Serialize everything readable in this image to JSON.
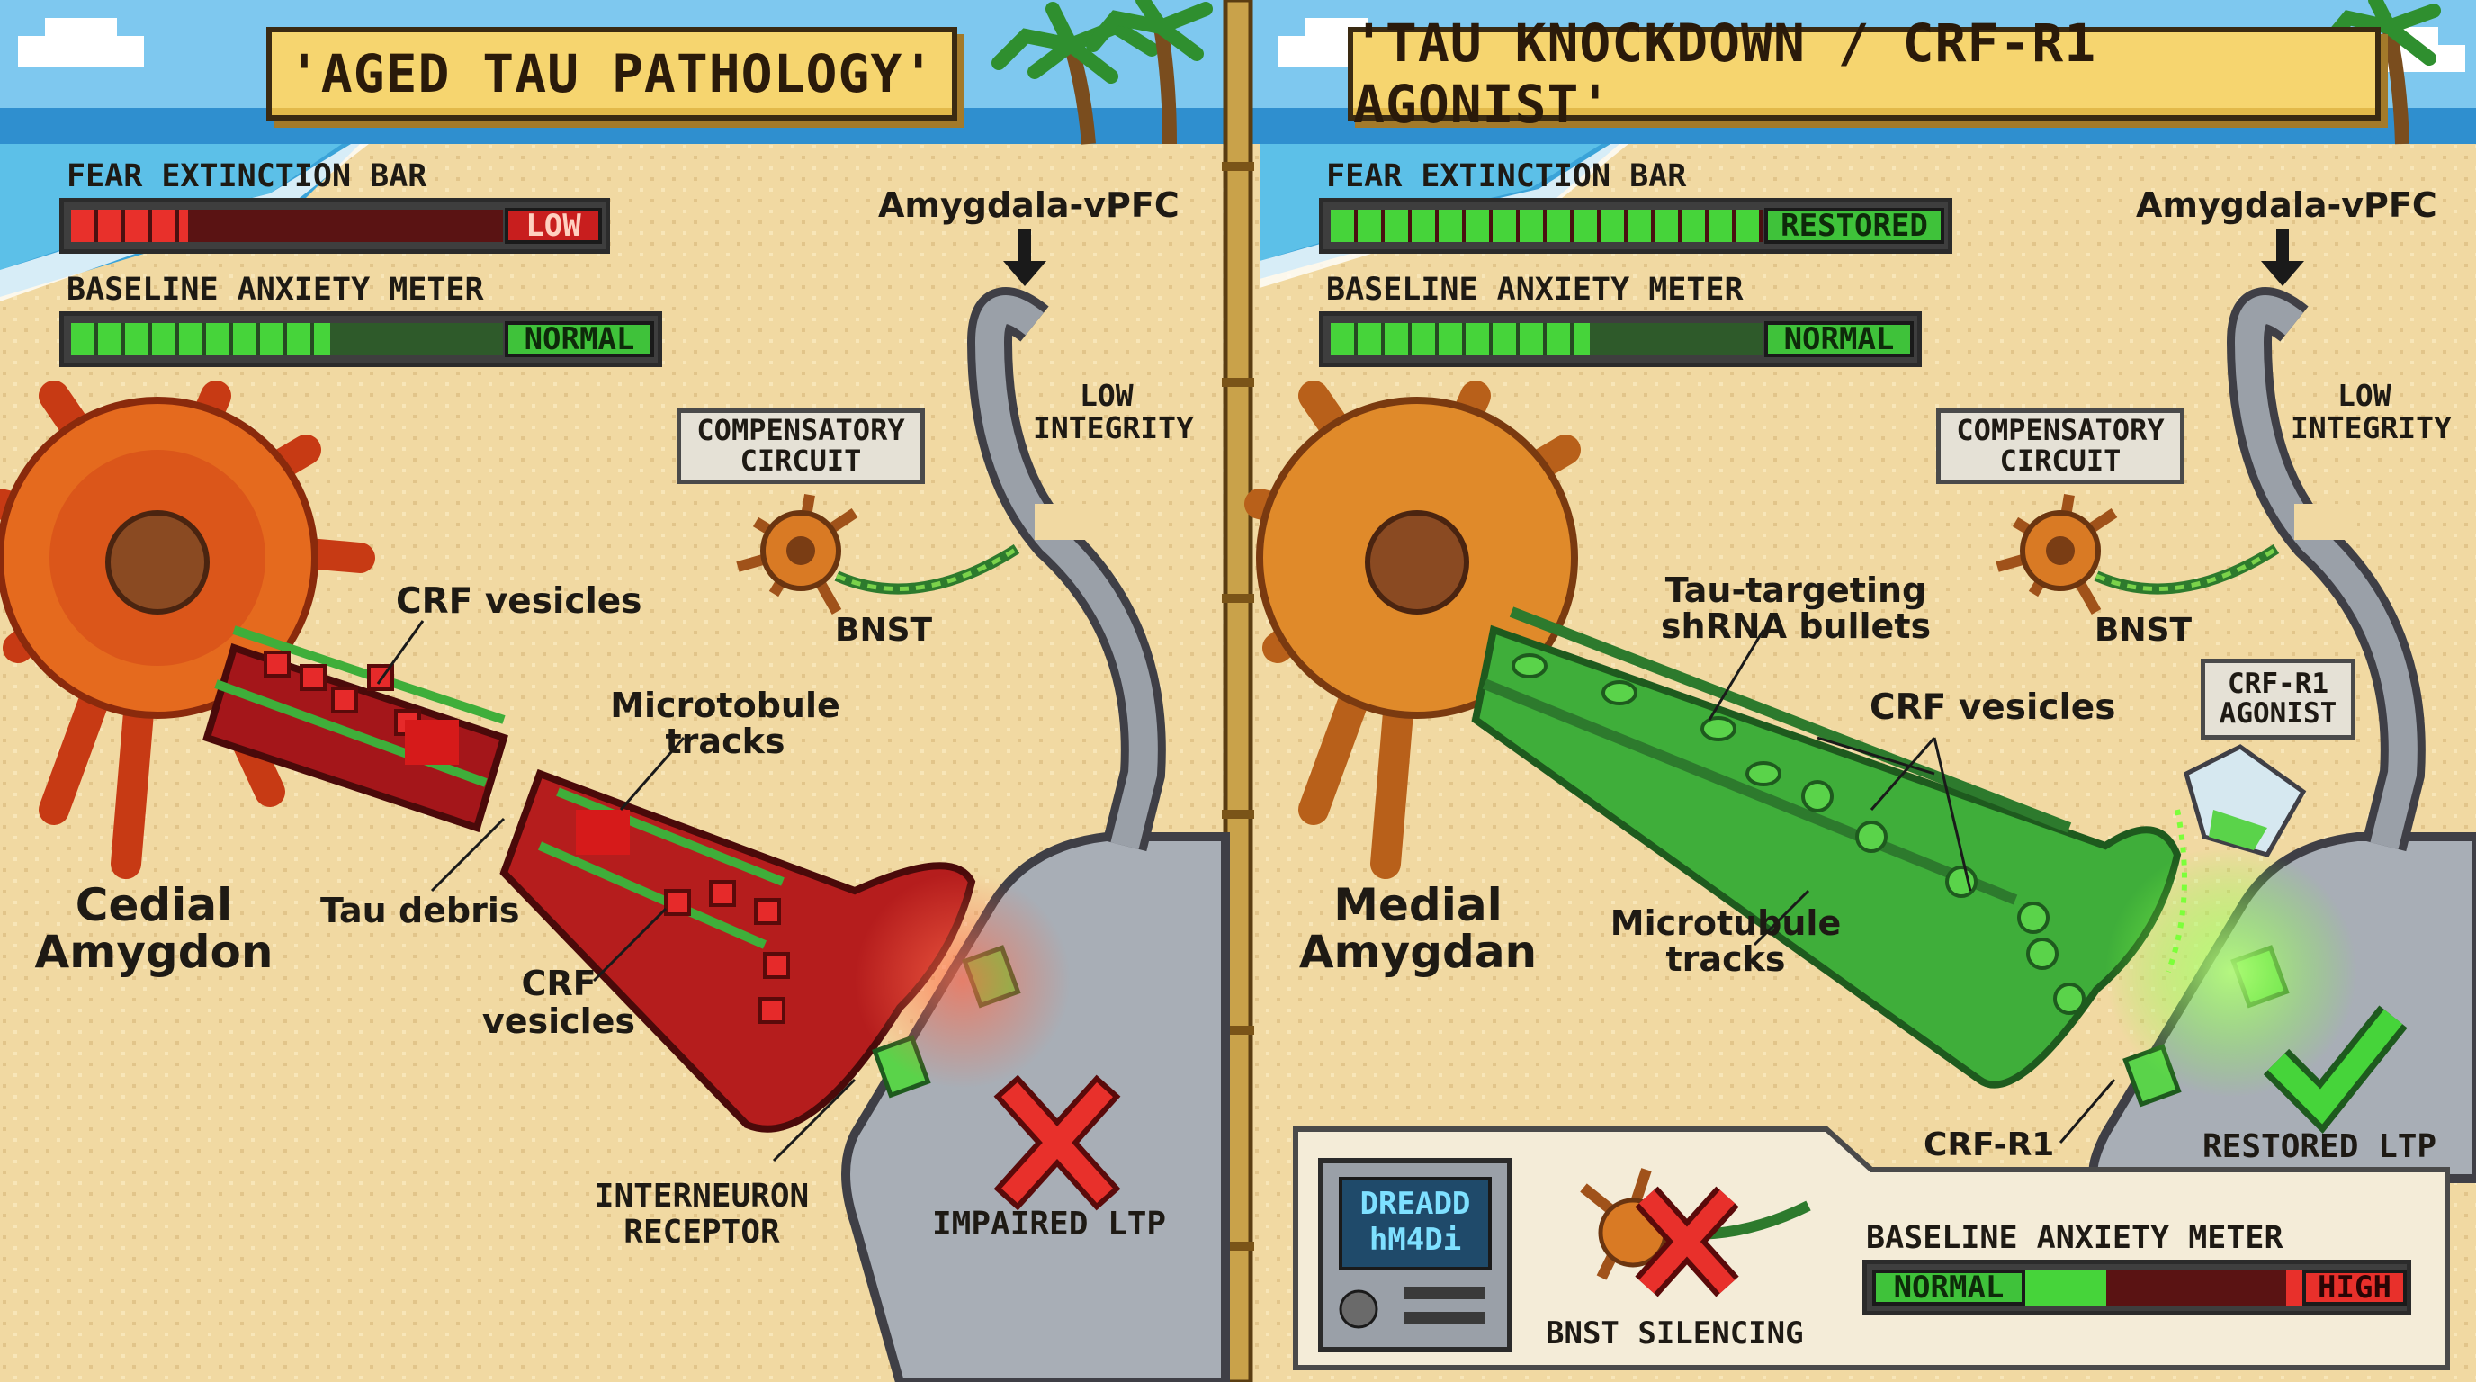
{
  "left_panel": {
    "title": "'AGED TAU PATHOLOGY'",
    "fear_meter": {
      "label": "FEAR EXTINCTION BAR",
      "status": "LOW",
      "level": 0.27
    },
    "anxiety_meter": {
      "label": "BASELINE ANXIETY METER",
      "status": "NORMAL",
      "level": 0.6
    },
    "pathway_label": "Amygdala-vPFC",
    "integrity_label_1": "LOW",
    "integrity_label_2": "INTEGRITY",
    "compensatory_1": "COMPENSATORY",
    "compensatory_2": "CIRCUIT",
    "bnst_label": "BNST",
    "crf_vesicles_label": "CRF vesicles",
    "microtubule_1": "Microtobule",
    "microtubule_2": "tracks",
    "tau_debris": "Tau debris",
    "crf_2_line1": "CRF",
    "crf_2_line2": "vesicles",
    "region_1": "Cedial",
    "region_2": "Amygdon",
    "receptor_1": "INTERNEURON",
    "receptor_2": "RECEPTOR",
    "result": "IMPAIRED LTP"
  },
  "right_panel": {
    "title": "'TAU KNOCKDOWN / CRF-R1 AGONIST'",
    "fear_meter": {
      "label": "FEAR EXTINCTION BAR",
      "status": "RESTORED",
      "level": 1.0
    },
    "anxiety_meter": {
      "label": "BASELINE ANXIETY METER",
      "status": "NORMAL",
      "level": 0.6
    },
    "pathway_label": "Amygdala-vPFC",
    "integrity_label_1": "LOW",
    "integrity_label_2": "INTEGRITY",
    "compensatory_1": "COMPENSATORY",
    "compensatory_2": "CIRCUIT",
    "bnst_label": "BNST",
    "shrna_1": "Tau-targeting",
    "shrna_2": "shRNA bullets",
    "crf_vesicles_label": "CRF vesicles",
    "agonist_1": "CRF-R1",
    "agonist_2": "AGONIST",
    "region_1": "Medial",
    "region_2": "Amygdan",
    "microtubule_1": "Microtubule",
    "microtubule_2": "tracks",
    "receptor_label": "CRF-R1",
    "result": "RESTORED LTP",
    "inset": {
      "device_1": "DREADD",
      "device_2": "hM4Di",
      "caption": "BNST SILENCING",
      "meter_label": "BASELINE ANXIETY METER",
      "low_tag": "NORMAL",
      "high_tag": "HIGH"
    }
  },
  "colors": {
    "sand": "#f1d9a2",
    "sky": "#7ec8ef",
    "pathology_red": "#b51d1d",
    "restored_green": "#3fae3a",
    "meter_green": "#46d43a",
    "meter_red": "#e8302b"
  },
  "icons": [
    "palm-tree-icon",
    "x-mark-icon",
    "checkmark-icon",
    "down-arrow-icon",
    "flask-icon",
    "device-icon"
  ]
}
